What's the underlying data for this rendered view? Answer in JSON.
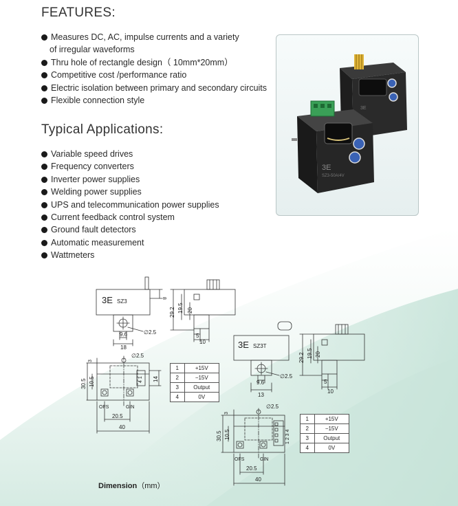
{
  "features": {
    "title": "FEATURES:",
    "items": [
      {
        "line1": "Measures DC, AC, impulse currents and a variety",
        "line2": "of irregular waveforms"
      },
      {
        "line1": "Thru hole of rectangle design（ 10mm*20mm）"
      },
      {
        "line1": "Competitive cost /performance ratio"
      },
      {
        "line1": "Electric isolation between primary and secondary circuits"
      },
      {
        "line1": "Flexible connection style"
      }
    ]
  },
  "applications": {
    "title": "Typical Applications:",
    "items": [
      "Variable speed drives",
      "Frequency converters",
      "Inverter power supplies",
      "Welding power supplies",
      "UPS and telecommunication power supplies",
      "Current feedback control system",
      "Ground fault detectors",
      "Automatic measurement",
      "Wattmeters"
    ]
  },
  "photo": {
    "brand": "3E",
    "model_text": "SZ3-50A/4V"
  },
  "dimensions": {
    "caption": "Dimension",
    "unit": "（mm）",
    "sz3": {
      "brand": "3E",
      "model": "SZ3",
      "d8": "8",
      "d2_5": "∅2.5",
      "d9_6": "9.6",
      "d18": "18",
      "d29_2": "29.2",
      "d19_5": "19.5",
      "d20": "20",
      "d5": "5",
      "d10": "10",
      "d3": "3",
      "d30_5": "30.5",
      "d10_5": "10.5",
      "d14": "14",
      "d20_5": "20.5",
      "d40": "40",
      "pin_label": "4 1",
      "ofs": "OFS",
      "gin": "GIN"
    },
    "sz3t": {
      "brand": "3E",
      "model": "SZ3T",
      "d2_5": "∅2.5",
      "d9_6": "9.6",
      "d13": "13",
      "d29_2": "29.2",
      "d19_5": "19.5",
      "d20": "20",
      "d5": "5",
      "d10": "10",
      "d3": "3",
      "d30_5": "30.5",
      "d10_5": "10.5",
      "d20_5": "20.5",
      "d40": "40",
      "pin_label": "1 2 3 4",
      "ofs": "OFS",
      "gin": "GIN"
    },
    "pins_a": [
      [
        "1",
        "+15V"
      ],
      [
        "2",
        "−15V"
      ],
      [
        "3",
        "Output"
      ],
      [
        "4",
        "0V"
      ]
    ],
    "pins_b": [
      [
        "1",
        "+15V"
      ],
      [
        "2",
        "−15V"
      ],
      [
        "3",
        "Output"
      ],
      [
        "4",
        "0V"
      ]
    ]
  }
}
